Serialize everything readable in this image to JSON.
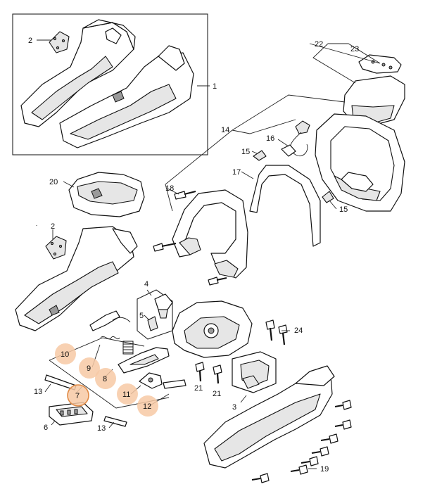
{
  "callouts": {
    "c1": "1",
    "c2a": "2",
    "c2b": "2",
    "c3": "3",
    "c4": "4",
    "c5": "5",
    "c6": "6",
    "c7": "7",
    "c8": "8",
    "c9": "9",
    "c10": "10",
    "c11": "11",
    "c12": "12",
    "c13a": "13",
    "c13b": "13",
    "c14": "14",
    "c15a": "15",
    "c15b": "15",
    "c16": "16",
    "c17": "17",
    "c18": "18",
    "c19": "19",
    "c20": "20",
    "c21a": "21",
    "c21b": "21",
    "c22": "22",
    "c23": "23",
    "c24": "24"
  },
  "highlighted_parts": [
    "7",
    "8",
    "9",
    "10",
    "11",
    "12"
  ],
  "colors": {
    "highlight": "#f7c9a5",
    "highlight_ring": "#e08a45",
    "line": "#111111"
  }
}
